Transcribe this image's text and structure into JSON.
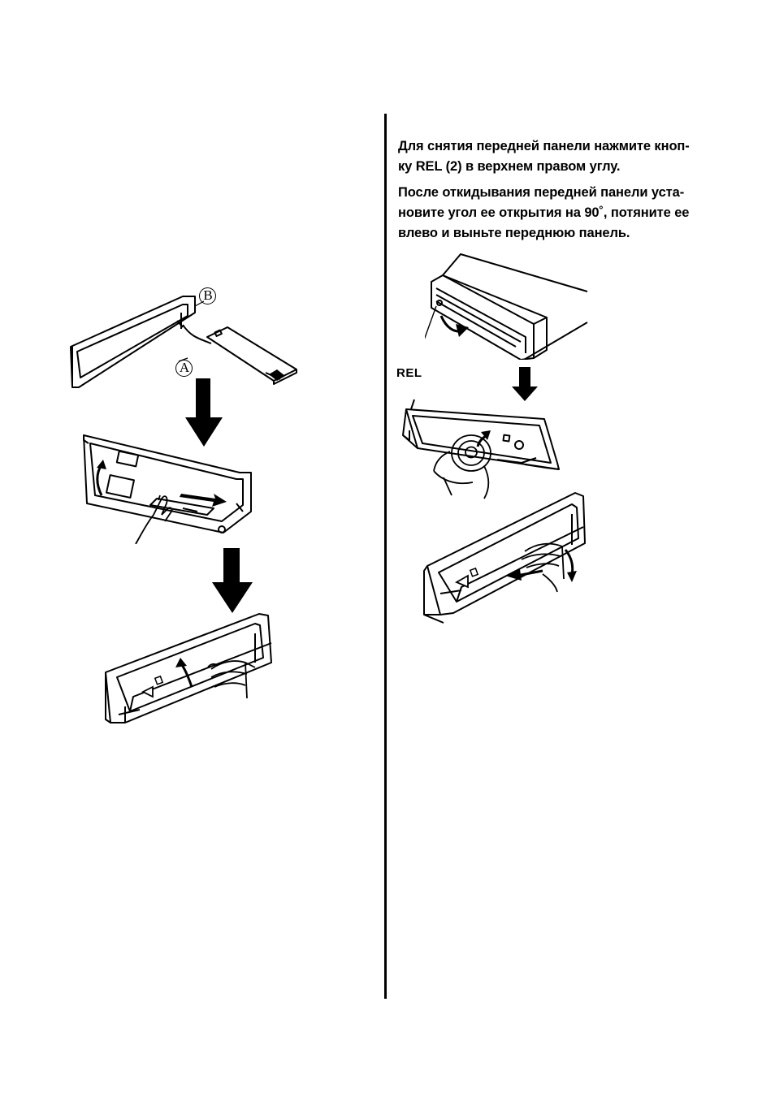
{
  "instructions": {
    "paragraph_1": "Для снятия передней панели нажмите кноп-\nку REL (2) в верхнем правом углу.",
    "paragraph_2": "После откидывания передней панели уста-\nновите угол ее открытия на 90˚, потяните ее\nвлево и выньте переднюю панель."
  },
  "figures": {
    "callout_a": "A",
    "callout_b": "B",
    "rel_label": "REL"
  },
  "icons": {
    "arrow": "down-arrow-icon",
    "hand": "hand-icon",
    "disc": "disc-icon"
  }
}
